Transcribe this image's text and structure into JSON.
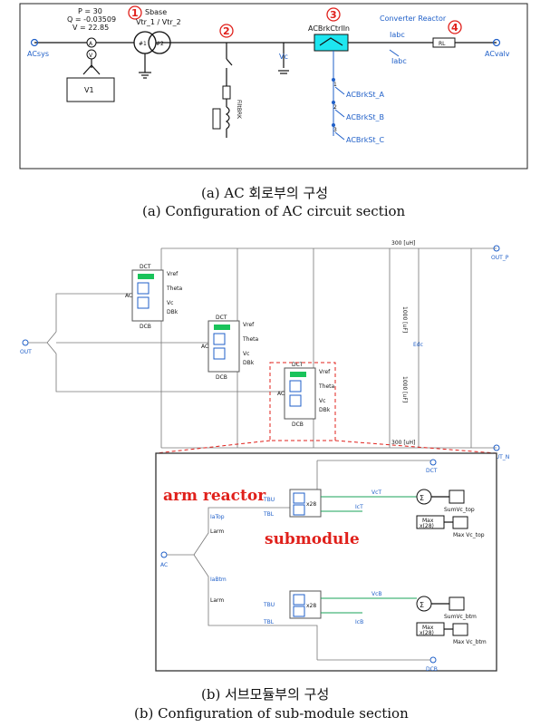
{
  "panel_a": {
    "measure": {
      "p": "P = 30",
      "q": "Q = -0.03509",
      "v": "V = 22.85"
    },
    "markers": [
      "1",
      "2",
      "3",
      "4"
    ],
    "sbase": "Sbase",
    "transformer": {
      "name": "Vtr_1 / Vtr_2",
      "w1": "#1",
      "w2": "#2"
    },
    "breaker_ctrl": "ACBrkCtrlIn",
    "converter_reactor": "Converter Reactor",
    "rl": "RL",
    "acsys": "ACsys",
    "acvalv": "ACvalv",
    "v1": "V1",
    "vc": "Vc",
    "iabc": "Iabc",
    "filtbrk": "FiltBRK",
    "brk_a": "ACBrkSt_A",
    "brk_b": "ACBrkSt_B",
    "brk_c": "ACBrkSt_C",
    "n1": "1",
    "n2": "2",
    "n3": "3",
    "caption_ko": "(a) AC 회로부의 구성",
    "caption_en": "(a) Configuration of AC circuit section"
  },
  "panel_b": {
    "out_label": "OUT",
    "out_p": "OUT_P",
    "out_n": "OUT_N",
    "l_top": "300 [uH]",
    "l_bot": "300 [uH]",
    "c1": "1000 [uF]",
    "c2": "1000 [uF]",
    "edc": "Edc",
    "block": {
      "dct": "DCT",
      "dcb": "DCB",
      "ac": "AC",
      "vref": "Vref",
      "theta": "Theta",
      "vc": "Vc",
      "dbk": "DBk"
    },
    "arm_reactor": "arm reactor",
    "submodule": "submodule",
    "zoom": {
      "dct": "DCT",
      "dcb": "DCB",
      "ac": "AC",
      "itop": "IaTop",
      "ibtm": "IaBtm",
      "larm": "Larm",
      "tbu": "TBU",
      "tbl": "TBL",
      "x28": "x28",
      "vct": "VcT",
      "vcb": "VcB",
      "ict": "IcT",
      "icb": "IcB",
      "sum_top": "SumVc_top",
      "sum_btm": "SumVc_btm",
      "max_top": "Max Vc_top",
      "max_btm": "Max Vc_btm",
      "max_block": "Max",
      "x20": "x(28)",
      "sigma": "Σ"
    },
    "caption_ko": "(b) 서브모듈부의 구성",
    "caption_en": "(b) Configuration of sub-module section"
  },
  "colors": {
    "red": "#e0201b",
    "blue": "#1f5fc8",
    "cyan": "#1ee6f0",
    "green": "#1aa35a"
  }
}
